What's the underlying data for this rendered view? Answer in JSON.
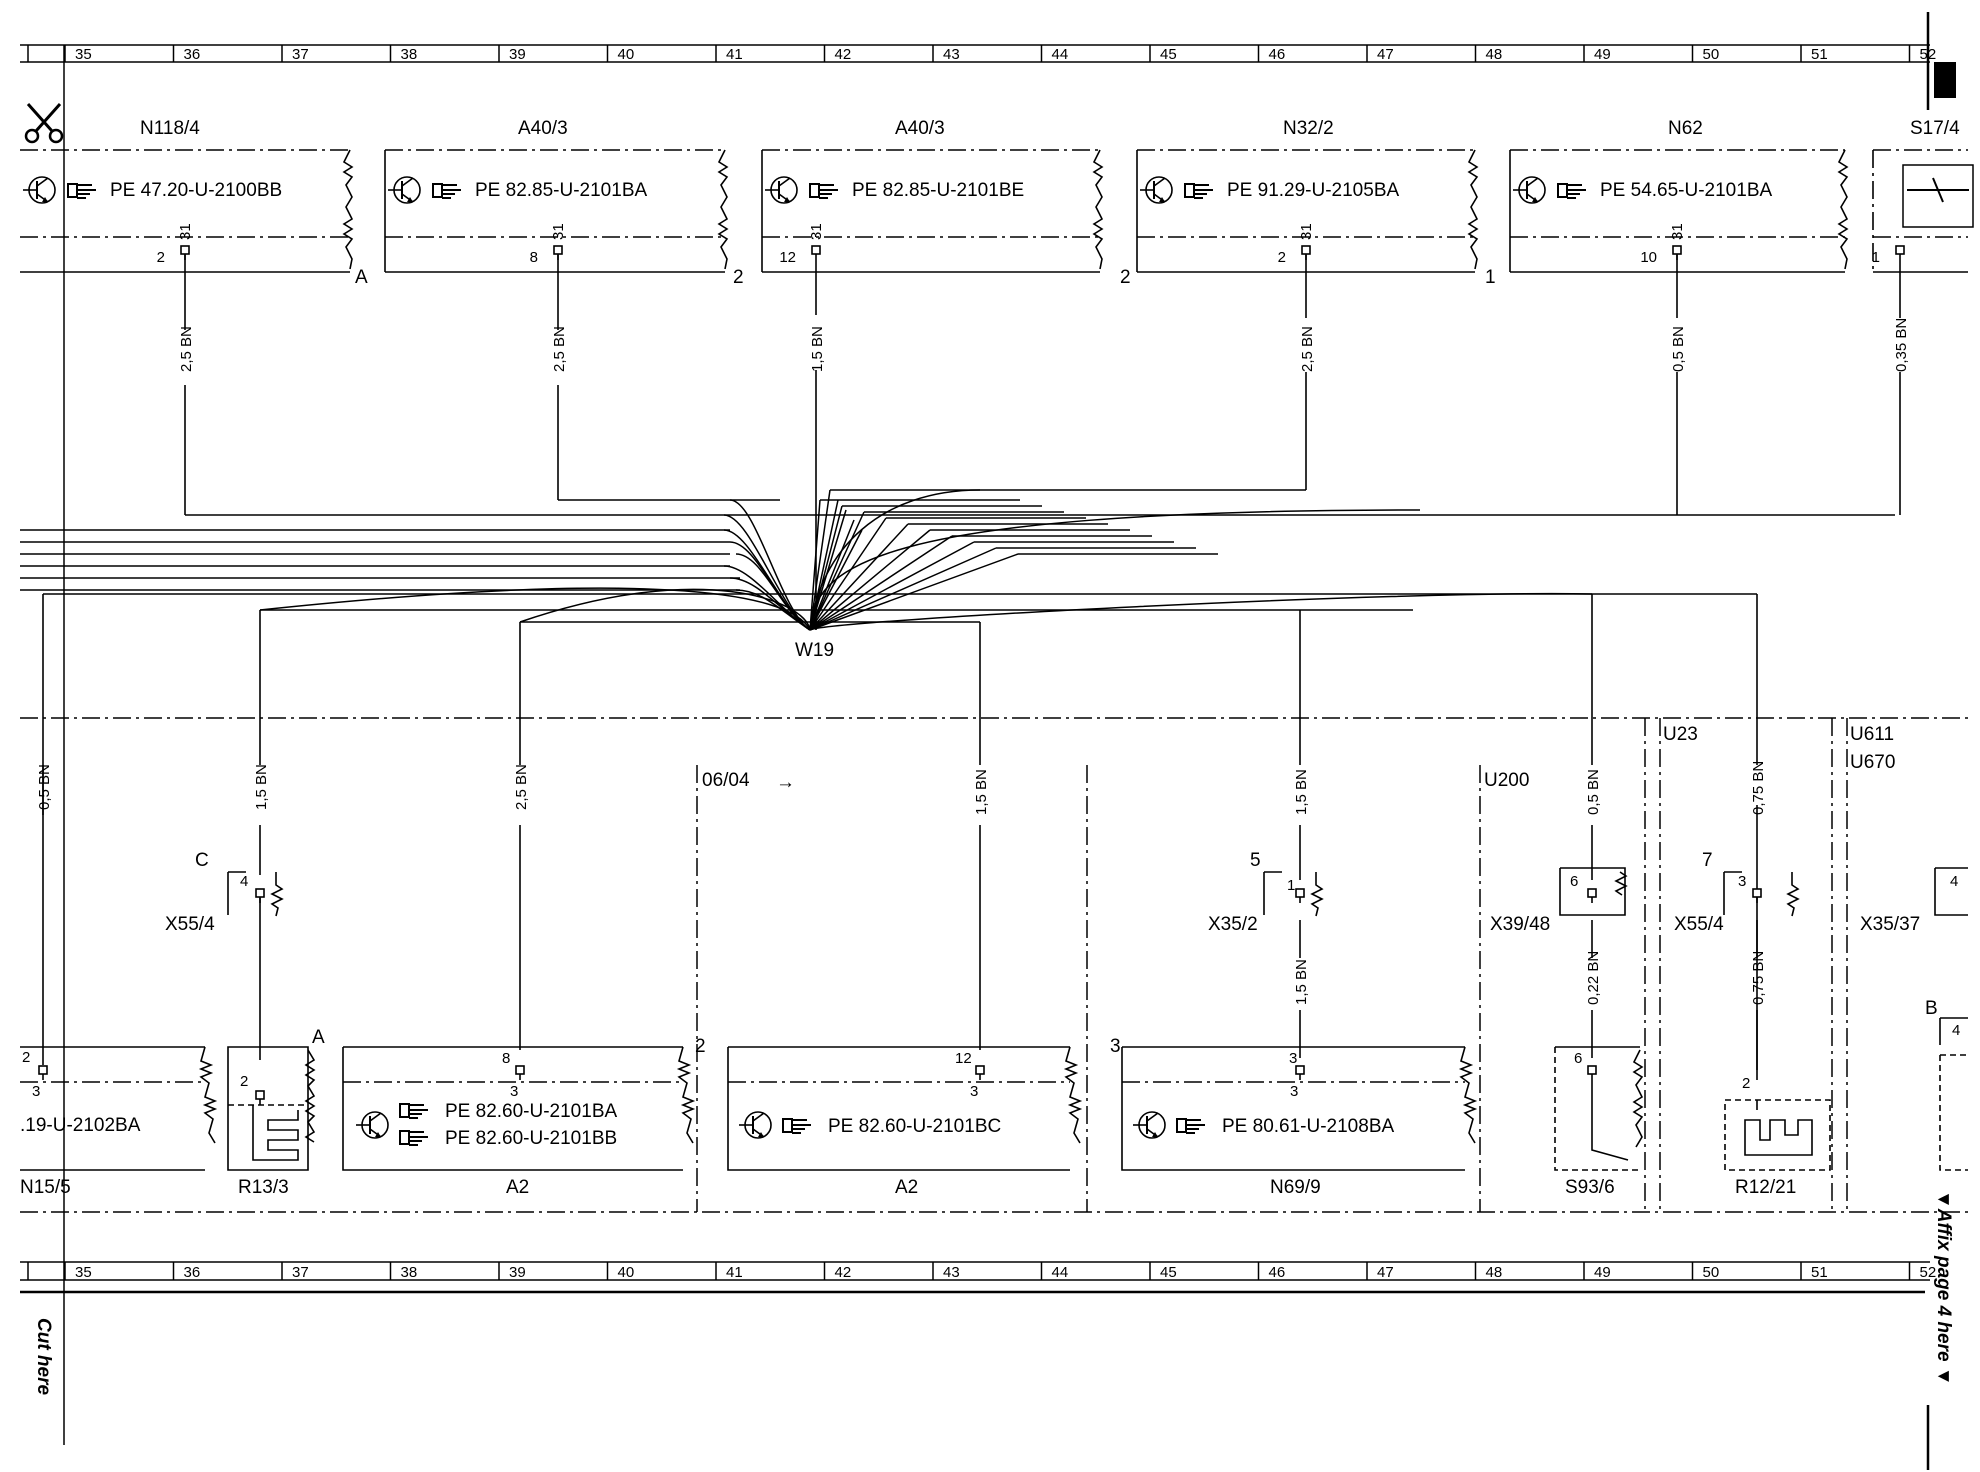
{
  "ruler": {
    "numbers": [
      "35",
      "36",
      "37",
      "38",
      "39",
      "40",
      "41",
      "42",
      "43",
      "44",
      "45",
      "46",
      "47",
      "48",
      "49",
      "50",
      "51",
      "52"
    ]
  },
  "side_labels": {
    "cut_here": "Cut here",
    "affix": "▼Affix page 4 here ▼"
  },
  "connector": {
    "name": "W19"
  },
  "top_components": [
    {
      "name": "N118/4",
      "pe": "PE 47.20-U-2100BB",
      "pin": "2",
      "pin_top": "31",
      "wire": "2,5 BN",
      "edge": "A"
    },
    {
      "name": "A40/3",
      "pe": "PE 82.85-U-2101BA",
      "pin": "8",
      "pin_top": "31",
      "wire": "2,5 BN",
      "edge": "2"
    },
    {
      "name": "A40/3",
      "pe": "PE 82.85-U-2101BE",
      "pin": "12",
      "pin_top": "31",
      "wire": "1,5 BN",
      "edge": "2"
    },
    {
      "name": "N32/2",
      "pe": "PE 91.29-U-2105BA",
      "pin": "2",
      "pin_top": "31",
      "wire": "2,5 BN",
      "edge": "1"
    },
    {
      "name": "N62",
      "pe": "PE 54.65-U-2101BA",
      "pin": "10",
      "pin_top": "31",
      "wire": "0,5 BN",
      "edge": ""
    },
    {
      "name": "S17/4",
      "pe": "",
      "pin": "1",
      "pin_top": "",
      "wire": "0,35 BN",
      "edge": ""
    }
  ],
  "sections": {
    "date_marker": "06/04",
    "arrow": "→",
    "u200": "U200",
    "u23": "U23",
    "u611": "U611",
    "u670": "U670"
  },
  "bottom_wires": {
    "n15": "0,5 BN",
    "x55_4_left": "1,5 BN",
    "a2_left": "2,5 BN",
    "a2_right": "1,5 BN",
    "x35_2_top": "1,5 BN",
    "x35_2_bottom": "1,5 BN",
    "x39_top": "0,5 BN",
    "x39_bottom": "0,22 BN",
    "x55_right_top": "0,75 BN",
    "x55_right_bottom": "0,75 BN"
  },
  "bottom_components": {
    "n15_5": {
      "name": "N15/5",
      "pe": ".19-U-2102BA",
      "pin": "2",
      "pin_bottom": "3"
    },
    "r13_3": {
      "name": "R13/3",
      "pin": "2",
      "edge": "A"
    },
    "a2_left": {
      "name": "A2",
      "pe1": "PE 82.60-U-2101BA",
      "pe2": "PE 82.60-U-2101BB",
      "pin": "8",
      "pin_bottom": "3",
      "edge": "2"
    },
    "a2_right": {
      "name": "A2",
      "pe": "PE 82.60-U-2101BC",
      "pin": "12",
      "pin_bottom": "3"
    },
    "n69_9": {
      "name": "N69/9",
      "pe": "PE 80.61-U-2108BA",
      "pin": "3",
      "pin_bottom": "3",
      "edge": "3"
    },
    "s93_6": {
      "name": "S93/6",
      "pin": "6"
    },
    "r12_21": {
      "name": "R12/21",
      "pin": "2"
    },
    "b_comp": {
      "edge": "B",
      "pin": "4"
    }
  },
  "connectors": {
    "x55_4_left": {
      "name": "X55/4",
      "pin": "4",
      "edge": "C"
    },
    "x35_2": {
      "name": "X35/2",
      "pin": "1",
      "edge": "5"
    },
    "x39_48": {
      "name": "X39/48",
      "pin": "6"
    },
    "x55_4_right": {
      "name": "X55/4",
      "pin": "3",
      "edge": "7"
    },
    "x35_37": {
      "name": "X35/37",
      "pin": "4"
    }
  }
}
